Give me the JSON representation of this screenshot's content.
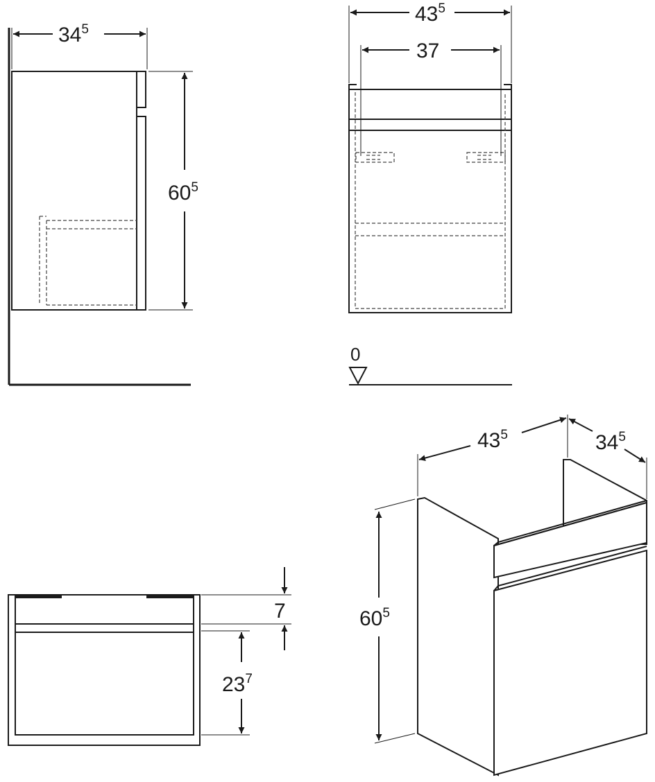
{
  "side_view": {
    "width": {
      "main": "34",
      "sup": "5"
    },
    "height": {
      "main": "60",
      "sup": "5"
    }
  },
  "front_view": {
    "outer_width": {
      "main": "43",
      "sup": "5"
    },
    "inner_width": {
      "main": "37",
      "sup": ""
    },
    "floor_level": "0"
  },
  "top_section": {
    "upper_gap": {
      "main": "7",
      "sup": ""
    },
    "lower_depth": {
      "main": "23",
      "sup": "7"
    }
  },
  "iso_view": {
    "width": {
      "main": "43",
      "sup": "5"
    },
    "depth": {
      "main": "34",
      "sup": "5"
    },
    "height": {
      "main": "60",
      "sup": "5"
    }
  }
}
